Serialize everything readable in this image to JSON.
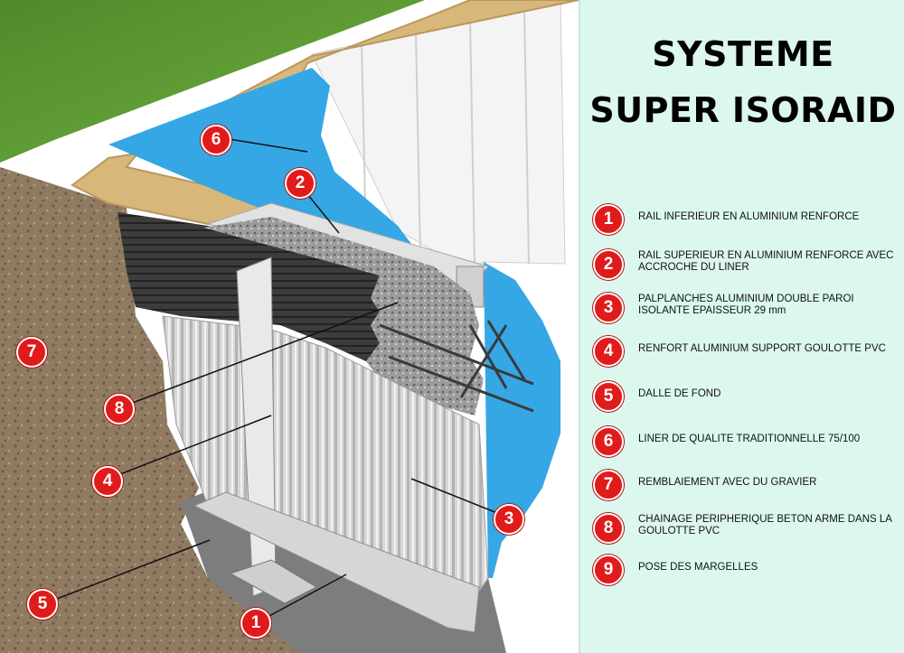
{
  "title": [
    "SYSTEME",
    "SUPER ISORAID"
  ],
  "legend": [
    {
      "number": "1",
      "text": "RAIL INFERIEUR EN ALUMINIUM RENFORCE"
    },
    {
      "number": "2",
      "text": "RAIL SUPERIEUR EN ALUMINIUM RENFORCE AVEC ACCROCHE DU LINER"
    },
    {
      "number": "3",
      "text": "PALPLANCHES ALUMINIUM DOUBLE PAROI ISOLANTE EPAISSEUR 29 mm"
    },
    {
      "number": "4",
      "text": "RENFORT ALUMINIUM SUPPORT GOULOTTE PVC"
    },
    {
      "number": "5",
      "text": "DALLE DE FOND"
    },
    {
      "number": "6",
      "text": "LINER DE QUALITE TRADITIONNELLE 75/100"
    },
    {
      "number": "7",
      "text": "REMBLAIEMENT AVEC DU GRAVIER"
    },
    {
      "number": "8",
      "text": "CHAINAGE PERIPHERIQUE BETON ARME DANS LA GOULOTTE PVC"
    },
    {
      "number": "9",
      "text": "POSE DES MARGELLES"
    }
  ],
  "callouts": [
    "6",
    "2",
    "7",
    "8",
    "4",
    "3",
    "5",
    "1"
  ],
  "colors": {
    "badge": "#e01b1b",
    "panel": "#dcf7ee",
    "liner": "#35a7e4",
    "grass": "#5e9b33",
    "coping": "#d8b77a",
    "soil": "#8f7a62"
  }
}
